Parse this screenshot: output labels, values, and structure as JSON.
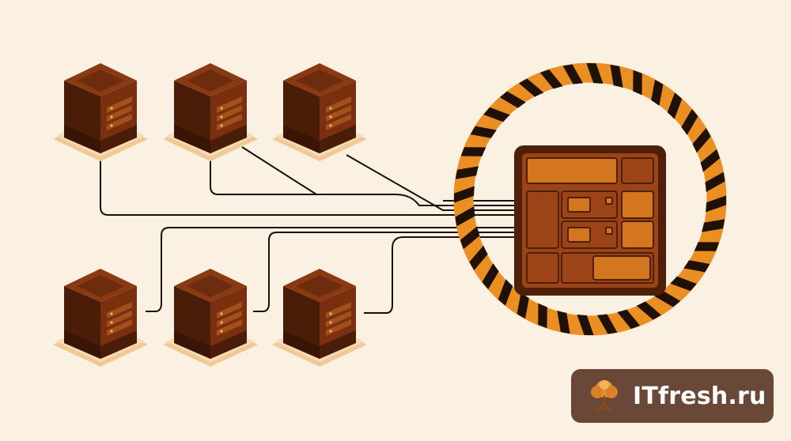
{
  "brand": {
    "name": "ITfresh.ru",
    "logo_icon": "tree-icon"
  },
  "colors": {
    "background": "#fbf1e2",
    "server_dark": "#4a1d09",
    "server_mid": "#7a300e",
    "server_light": "#a4501c",
    "server_top": "#8a3a12",
    "plate": "#f6dcb8",
    "plate_edge": "#f0c995",
    "wire": "#1c0e06",
    "stripe_orange": "#ec8f22",
    "stripe_dark": "#1f1008",
    "panel_orange": "#d4751f",
    "panel_dark": "#9c4418",
    "panel_border": "#4e1f09",
    "badge_bg": "#6a4838",
    "badge_text": "#ffffff"
  },
  "servers": [
    {
      "id": "server-top-1"
    },
    {
      "id": "server-top-2"
    },
    {
      "id": "server-top-3"
    },
    {
      "id": "server-bottom-1"
    },
    {
      "id": "server-bottom-2"
    },
    {
      "id": "server-bottom-3"
    }
  ],
  "hub": {
    "icon": "dashboard-panel-icon",
    "ring": "hazard-stripe-ring"
  }
}
